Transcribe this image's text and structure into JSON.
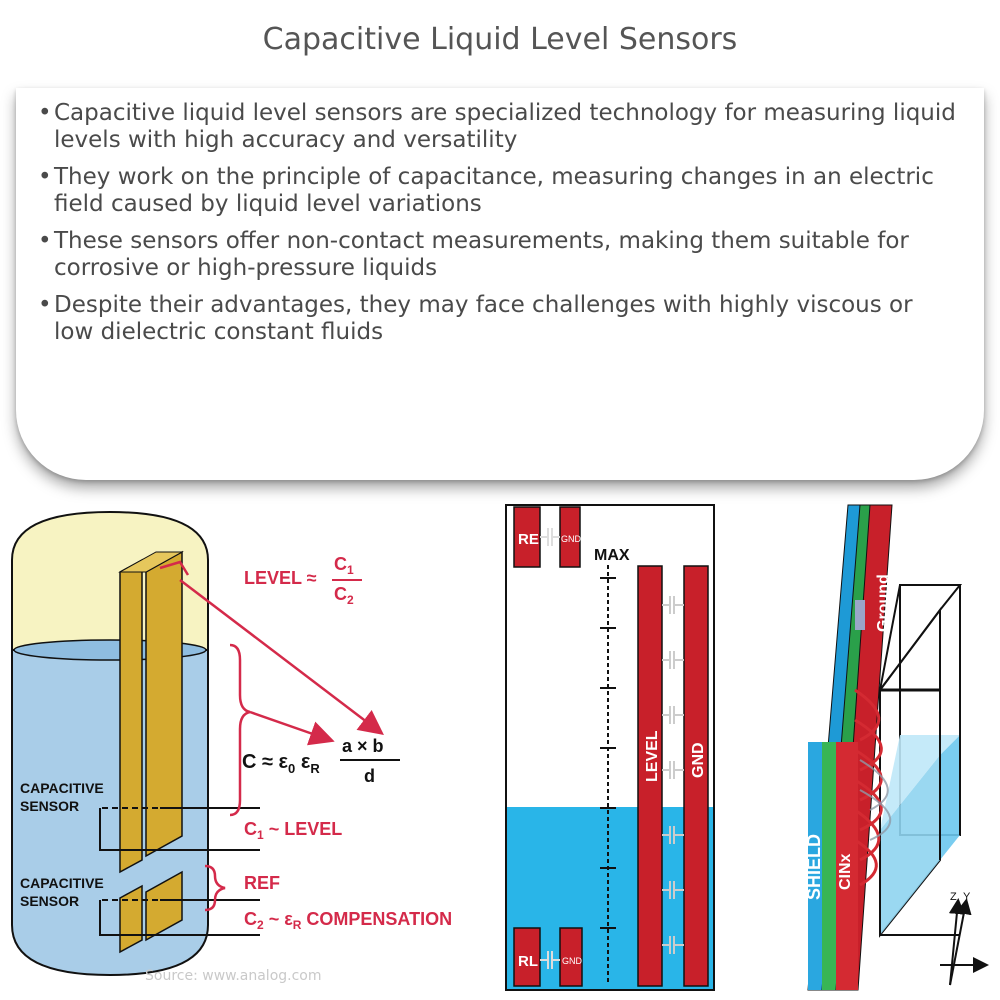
{
  "title": "Capacitive Liquid Level Sensors",
  "bullets": [
    "Capacitive liquid level sensors are specialized technology for measuring liquid levels with high accuracy and versatility",
    "They work on the principle of capacitance, measuring changes in an electric field caused by liquid level variations",
    "These sensors offer non-contact measurements, making them suitable for corrosive or high-pressure liquids",
    "Despite their advantages, they may face challenges with highly viscous or low dielectric constant fluids"
  ],
  "diagram_left": {
    "level_formula": "LEVEL ≈",
    "level_num": "C",
    "level_num_sub": "1",
    "level_den": "C",
    "level_den_sub": "2",
    "cap_formula_lhs": "C ≈ ε",
    "cap_formula_eps0_sub": "0",
    "cap_formula_eps": "ε",
    "cap_formula_epsR_sub": "R",
    "cap_formula_num": "a × b",
    "cap_formula_den": "d",
    "sensor_label_1a": "CAPACITIVE",
    "sensor_label_1b": "SENSOR",
    "sensor_label_2a": "CAPACITIVE",
    "sensor_label_2b": "SENSOR",
    "c1_label": "C",
    "c1_sub": "1",
    "c1_text": " ~ LEVEL",
    "ref_label": "REF",
    "c2_label": "C",
    "c2_sub": "2",
    "c2_text": " ~ ε",
    "c2_text_sub": "R",
    "c2_text_end": " COMPENSATION",
    "source": "Source: www.analog.com"
  },
  "diagram_middle": {
    "re_label": "RE",
    "gnd_top_label": "GND",
    "max_label": "MAX",
    "level_bar_label": "LEVEL",
    "gnd_bar_label": "GND",
    "rl_label": "RL",
    "gnd_bottom_label": "GND"
  },
  "diagram_right": {
    "shield_label": "SHIELD",
    "cinx_label": "CINx",
    "ground_label": "Ground",
    "axis_z": "Z",
    "axis_y": "Y"
  },
  "colors": {
    "accent_red": "#d42a4a",
    "electrode_red": "#c8202a",
    "water_blue": "#29b5e8",
    "tank_blue": "#a9cde8",
    "tank_yellow": "#f7f3c2",
    "gold": "#d4aa30"
  }
}
